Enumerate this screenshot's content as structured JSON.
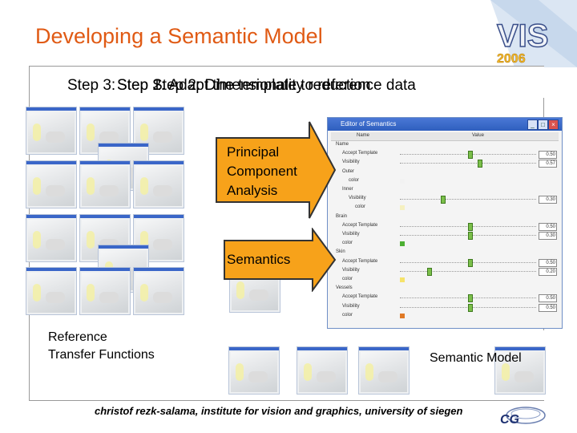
{
  "slide": {
    "title": "Developing a Semantic Model",
    "logo": {
      "name": "VIS",
      "year": "2006"
    },
    "steps": {
      "step1": "Step 1: Adapt the template to reference data",
      "step2": "Step 2: Dimensionality reduction",
      "step3": "Step 3:"
    },
    "arrows": {
      "pca": [
        "Principal",
        "Component",
        "Analysis"
      ],
      "semantics": "Semantics"
    },
    "labels": {
      "reference_line1": "Reference",
      "reference_line2": "Transfer Functions",
      "semantic_model": "Semantic Model"
    },
    "footer": "christof rezk-salama, institute for vision and graphics, university of siegen",
    "cg_logo": "CG"
  },
  "editor": {
    "title": "Editor of Semantics",
    "col_name": "Name",
    "col_value": "Value",
    "rows": [
      {
        "label": "Name",
        "indent": 0,
        "type": "group"
      },
      {
        "label": "Accept Template",
        "indent": 1,
        "type": "slider",
        "level": 0.5,
        "value": "0.50"
      },
      {
        "label": "Visibility",
        "indent": 1,
        "type": "slider",
        "level": 0.57,
        "value": "0.57"
      },
      {
        "label": "Outer",
        "indent": 1,
        "type": "group"
      },
      {
        "label": "color",
        "indent": 2,
        "type": "color",
        "swatch": "#f2f2f2"
      },
      {
        "label": "Inner",
        "indent": 1,
        "type": "group"
      },
      {
        "label": "Visibility",
        "indent": 2,
        "type": "slider",
        "level": 0.3,
        "value": "0.30"
      },
      {
        "label": "color",
        "indent": 3,
        "type": "color",
        "swatch": "#f5f0c0"
      },
      {
        "label": "Brain",
        "indent": 0,
        "type": "group"
      },
      {
        "label": "Accept Template",
        "indent": 1,
        "type": "slider",
        "level": 0.5,
        "value": "0.50"
      },
      {
        "label": "Visibility",
        "indent": 1,
        "type": "slider",
        "level": 0.5,
        "value": "0.30"
      },
      {
        "label": "color",
        "indent": 1,
        "type": "color",
        "swatch": "#4caf32"
      },
      {
        "label": "Skin",
        "indent": 0,
        "type": "group"
      },
      {
        "label": "Accept Template",
        "indent": 1,
        "type": "slider",
        "level": 0.5,
        "value": "0.50"
      },
      {
        "label": "Visibility",
        "indent": 1,
        "type": "slider",
        "level": 0.2,
        "value": "0.20"
      },
      {
        "label": "color",
        "indent": 1,
        "type": "color",
        "swatch": "#f6e36a"
      },
      {
        "label": "Vessels",
        "indent": 0,
        "type": "group"
      },
      {
        "label": "Accept Template",
        "indent": 1,
        "type": "slider",
        "level": 0.5,
        "value": "0.50"
      },
      {
        "label": "Visibility",
        "indent": 1,
        "type": "slider",
        "level": 0.5,
        "value": "0.50"
      },
      {
        "label": "color",
        "indent": 1,
        "type": "color",
        "swatch": "#e07a26"
      }
    ]
  },
  "colors": {
    "title": "#e05a14",
    "arrow_fill": "#f7a21a",
    "arrow_stroke": "#333333",
    "window_titlebar": "#2f5fbe"
  }
}
